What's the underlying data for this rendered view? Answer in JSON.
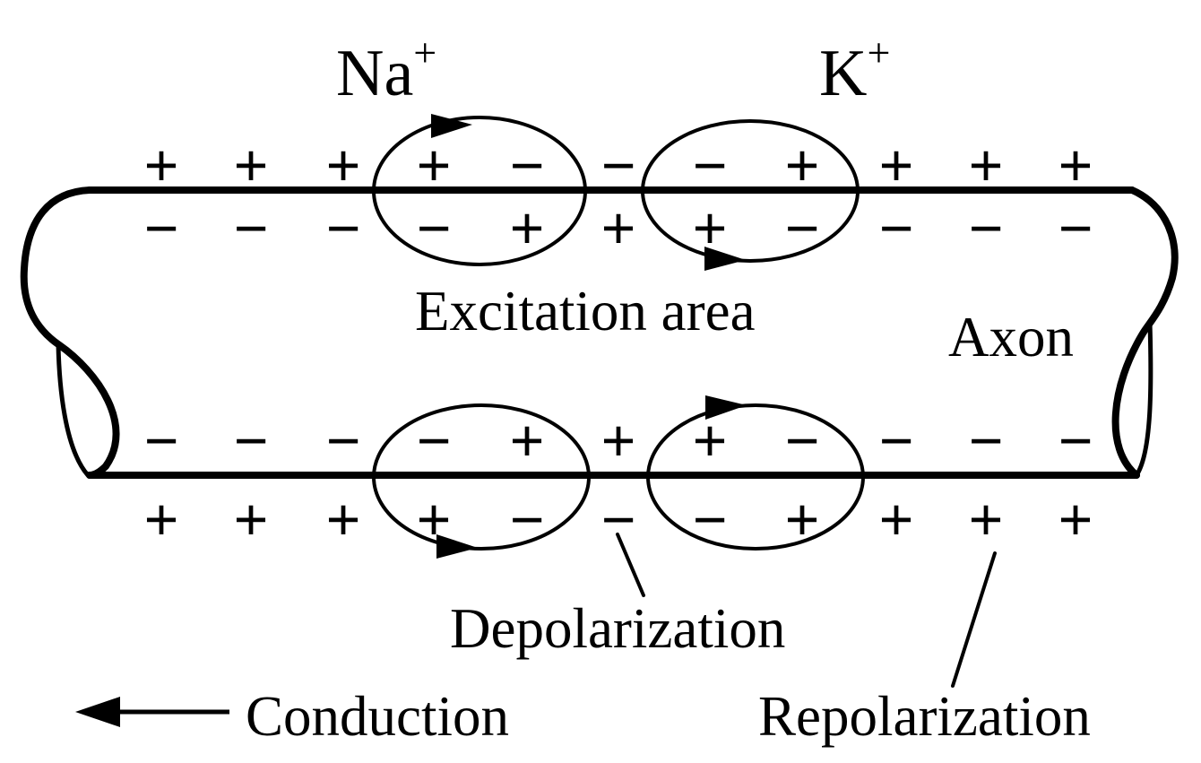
{
  "labels": {
    "na": "Na",
    "na_sup": "+",
    "k": "K",
    "k_sup": "+",
    "excitation": "Excitation area",
    "axon": "Axon",
    "depolarization": "Depolarization",
    "repolarization": "Repolarization",
    "conduction": "Conduction"
  },
  "charges": {
    "top_outside": [
      "+",
      "+",
      "+",
      "+",
      "−",
      "−",
      "−",
      "+",
      "+",
      "+",
      "+"
    ],
    "top_inside": [
      "−",
      "−",
      "−",
      "−",
      "+",
      "+",
      "+",
      "−",
      "−",
      "−",
      "−"
    ],
    "bottom_inside": [
      "−",
      "−",
      "−",
      "−",
      "+",
      "+",
      "+",
      "−",
      "−",
      "−",
      "−"
    ],
    "bottom_outside": [
      "+",
      "+",
      "+",
      "+",
      "−",
      "−",
      "−",
      "+",
      "+",
      "+",
      "+"
    ]
  }
}
